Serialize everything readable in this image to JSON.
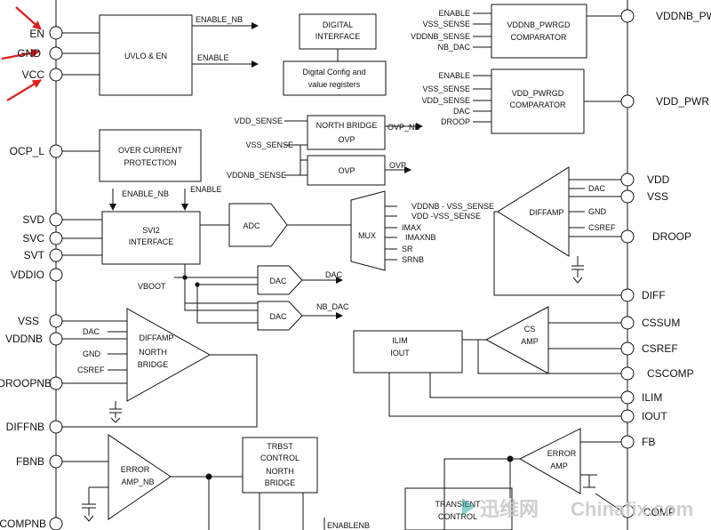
{
  "pins_left": {
    "en": "EN",
    "gnd": "GND",
    "vcc": "VCC",
    "ocp_l": "OCP_L",
    "svd": "SVD",
    "svc": "SVC",
    "svt": "SVT",
    "vddio": "VDDIO",
    "vss": "VSS",
    "vddnb": "VDDNB",
    "droopnb": "DROOPNB",
    "diffnb": "DIFFNB",
    "fbnb": "FBNB",
    "compnb": "COMPNB"
  },
  "pins_right": {
    "vddnb_pw": "VDDNB_PW",
    "vdd_pwr": "VDD_PWR",
    "vdd": "VDD",
    "vss": "VSS",
    "droop": "DROOP",
    "diff": "DIFF",
    "cssum": "CSSUM",
    "csref": "CSREF",
    "cscomp": "CSCOMP",
    "ilim": "ILIM",
    "iout": "IOUT",
    "fb": "FB",
    "comp": "COMP"
  },
  "blocks": {
    "uvlo": "UVLO & EN",
    "digital_interface": [
      "DIGITAL",
      "INTERFACE"
    ],
    "digital_config": [
      "Digital Config and",
      "value registers"
    ],
    "vddnb_pwrgd": [
      "VDDNB_PWRGD",
      "COMPARATOR"
    ],
    "vdd_pwrgd": [
      "VDD_PWRGD",
      "COMPARATOR"
    ],
    "nb_ovp": [
      "NORTH BRIDGE",
      "OVP"
    ],
    "ovp": "OVP",
    "ocp": [
      "OVER CURRENT",
      "PROTECTION"
    ],
    "svi2": [
      "SVI2",
      "INTERFACE"
    ],
    "adc": "ADC",
    "mux": "MUX",
    "diffamp": "DIFFAMP",
    "dac1": "DAC",
    "dac2": "DAC",
    "diffamp_nb": [
      "DIFFAMP",
      "NORTH",
      "BRIDGE"
    ],
    "cs_amp": [
      "CS",
      "AMP"
    ],
    "ilim_iout": [
      "ILIM",
      "IOUT"
    ],
    "error_amp_nb": [
      "ERROR",
      "AMP_NB"
    ],
    "trbst": [
      "TRBST",
      "CONTROL",
      "NORTH",
      "BRIDGE"
    ],
    "error_amp": [
      "ERROR",
      "AMP"
    ],
    "transient": [
      "TRANSIENT",
      "CONTROL"
    ]
  },
  "signals": {
    "enable_nb_uvlo": "ENABLE_NB",
    "enable_uvlo": "ENABLE",
    "cmp1_in": [
      "ENABLE",
      "VSS_SENSE",
      "VDDNB_SENSE",
      "NB_DAC"
    ],
    "cmp2_in": [
      "ENABLE",
      "VSS_SENSE",
      "VDD_SENSE",
      "DAC",
      "DROOP"
    ],
    "vdd_sense": "VDD_SENSE",
    "vss_sense": "VSS_SENSE",
    "vddnb_sense": "VDDNB_SENSE",
    "ovp_nb_out": "OVP_NB",
    "ovp_out": "OVP",
    "svi_enable_nb": "ENABLE_NB",
    "svi_enable": "ENABLE",
    "mux_in": [
      "VDDNB - VSS_SENSE",
      "VDD -VSS_SENSE",
      "IMAX",
      "IMAXNB",
      "SR",
      "SRNB"
    ],
    "diffamp_in": [
      "DAC",
      "GND",
      "CSREF"
    ],
    "vboot": "VBOOT",
    "dac_out": "DAC",
    "nb_dac_out": "NB_DAC",
    "nb_diffamp_in": [
      "DAC",
      "GND",
      "CSREF"
    ],
    "enablenb": "ENABLENB"
  },
  "watermark": {
    "cn": "迅维网",
    "en": "Chinafix.com"
  },
  "colors": {
    "line": "#111111",
    "annotation_arrow": "#e0201e",
    "watermark": "#c7c7c7",
    "watermark_logo": "#2aa7a0"
  }
}
